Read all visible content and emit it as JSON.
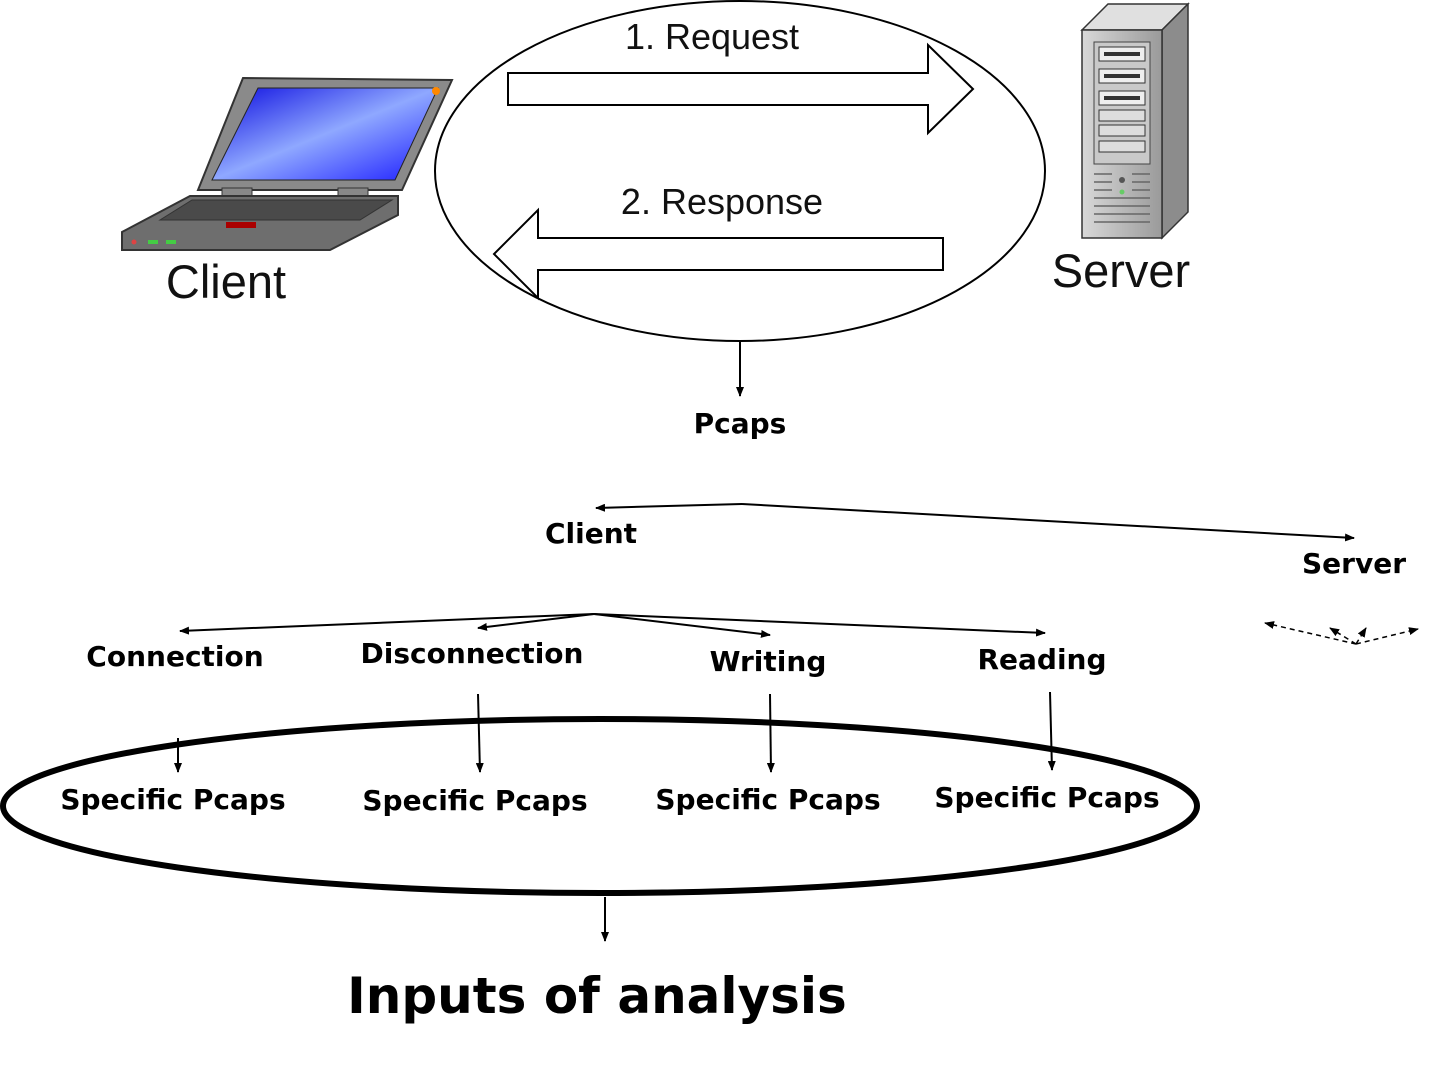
{
  "top": {
    "client_label": "Client",
    "server_label": "Server",
    "request_label": "1. Request",
    "response_label": "2. Response"
  },
  "capture": {
    "label": "Pcaps"
  },
  "split": {
    "client_label": "Client",
    "server_label": "Server"
  },
  "phases": [
    {
      "label": "Connection",
      "output": "Specific Pcaps"
    },
    {
      "label": "Disconnection",
      "output": "Specific Pcaps"
    },
    {
      "label": "Writing",
      "output": "Specific Pcaps"
    },
    {
      "label": "Reading",
      "output": "Specific Pcaps"
    }
  ],
  "result": {
    "label": "Inputs of analysis"
  },
  "colors": {
    "screen_blue": "#1a1aff",
    "laptop_body": "#7a7a7a",
    "server_body": "#b5b5b5",
    "line": "#000000"
  }
}
